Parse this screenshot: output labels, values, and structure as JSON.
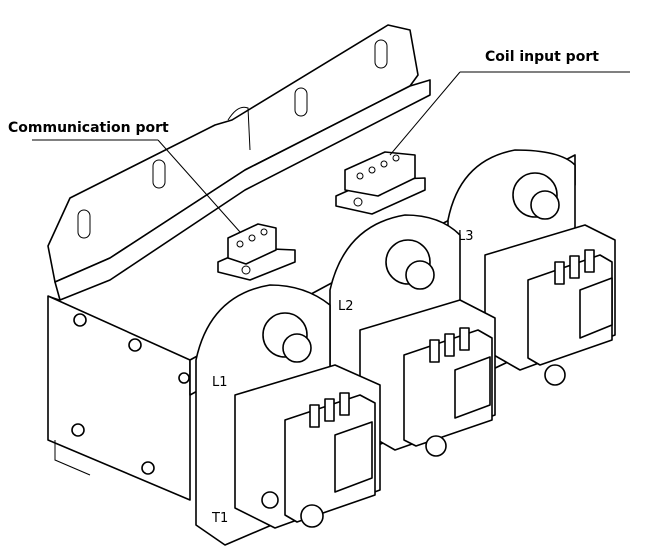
{
  "callouts": {
    "communication_port": "Communication port",
    "coil_input_port": "Coil input port"
  },
  "module_numbers": {
    "line_1": "L1",
    "line_2": "L2",
    "line_3": "L3",
    "terminal_1": "T1"
  },
  "colors": {
    "line": "#000000",
    "fill": "#ffffff"
  }
}
